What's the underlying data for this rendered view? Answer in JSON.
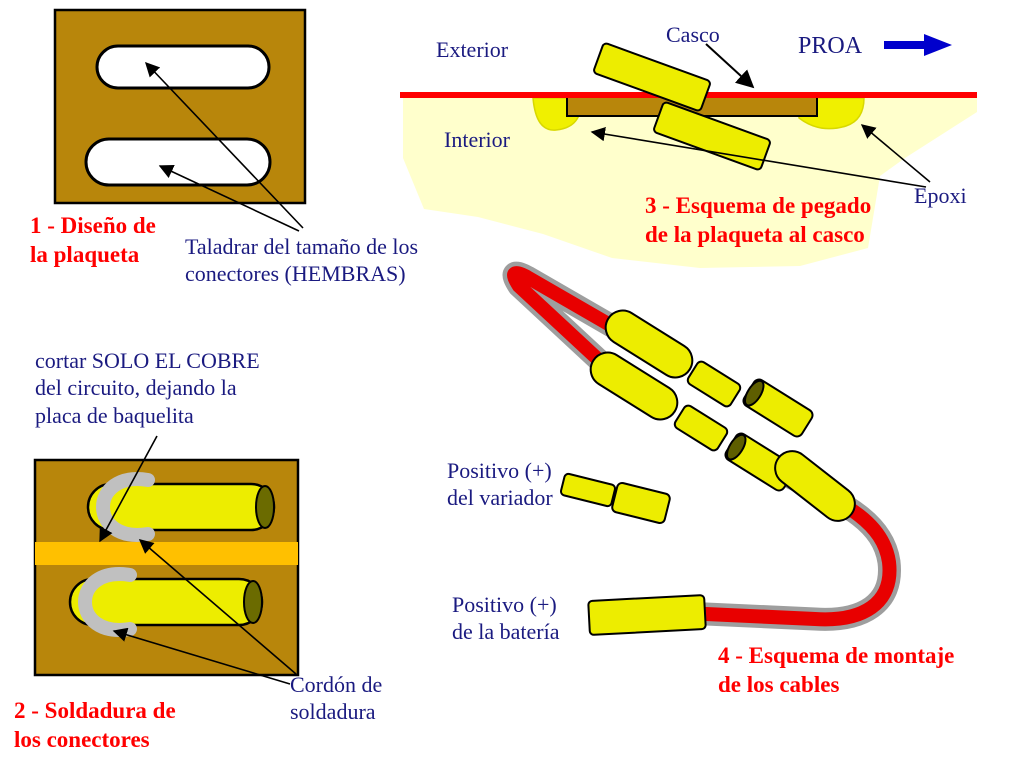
{
  "colors": {
    "heading_red": "#FF0000",
    "label_blue": "#1A1A80",
    "plate_brown": "#B8860B",
    "connector_yellow": "#EDED00",
    "connector_end_olive": "#5E5E00",
    "solder_gray": "#C0C0C0",
    "copper_strip_orange": "#FFC000",
    "hull_line_red": "#FF0000",
    "interior_cream": "#FFFFCC",
    "epoxy_yellow": "#F0F000",
    "cable_red": "#E80000",
    "cable_outline_gray": "#9E9E9E",
    "proa_arrow_blue": "#0000CC"
  },
  "section1": {
    "heading": "1 - Diseño de\nla plaqueta",
    "drill_note": "Taladrar del tamaño de los\nconectores (HEMBRAS)"
  },
  "section2": {
    "heading": "2 - Soldadura de\nlos conectores",
    "cut_note": "cortar SOLO EL COBRE\ndel circuito, dejando la\nplaca de baquelita",
    "solder_note": "Cordón de\nsoldadura"
  },
  "section3": {
    "heading": "3 - Esquema de pegado\nde la plaqueta al casco",
    "labels": {
      "exterior": "Exterior",
      "interior": "Interior",
      "casco": "Casco",
      "proa": "PROA",
      "epoxi": "Epoxi"
    }
  },
  "section4": {
    "heading": "4 - Esquema de montaje\nde los cables",
    "variador_label": "Positivo (+)\ndel variador",
    "bateria_label": "Positivo (+)\nde la batería"
  }
}
